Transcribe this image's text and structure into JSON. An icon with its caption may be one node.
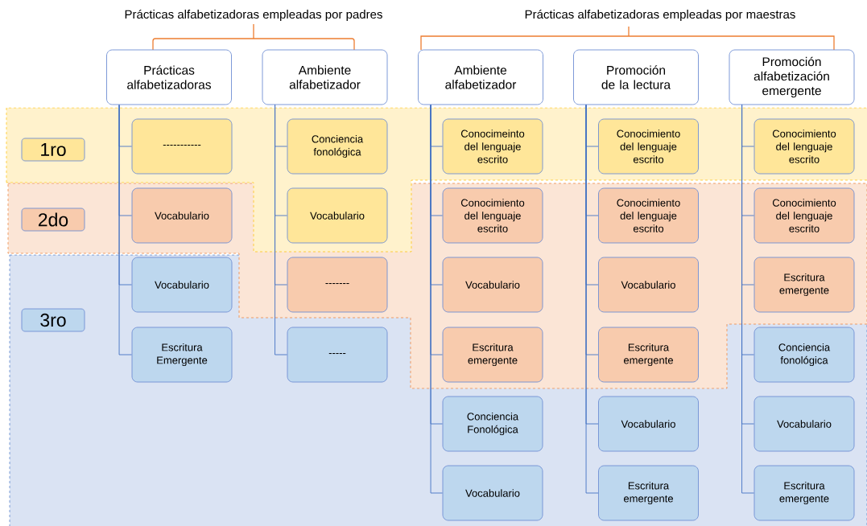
{
  "diagram": {
    "nodes": [
      {
        "text": [
          "Prácticas alfabetizadoras"
        ]
      },
      {
        "text": [
          "Ambiente alfabetizador"
        ]
      },
      {
        "text": [
          "Ambiente alfabetizador"
        ]
      },
      {
        "text": [
          "Promoción de la lectura"
        ]
      },
      {
        "text": [
          "Promoción alfabetización emergente"
        ]
      },
      {
        "text": [
          "-----------"
        ]
      },
      {
        "text": [
          "Vocabulario"
        ]
      },
      {
        "text": [
          "Vocabulario"
        ]
      },
      {
        "text": [
          "Escritura Emergente"
        ]
      },
      {
        "text": [
          "Conciencia fonológica"
        ]
      },
      {
        "text": [
          "Vocabulario"
        ]
      },
      {
        "text": [
          "-------"
        ]
      },
      {
        "text": [
          "-----"
        ]
      },
      {
        "text": [
          "Conocimeinto del lenguaje escrito"
        ]
      },
      {
        "text": [
          "Conocimiento del lenguaje escrito"
        ]
      },
      {
        "text": [
          "Vocabulario"
        ]
      },
      {
        "text": [
          "Escritura emergente"
        ]
      },
      {
        "text": [
          "Conciencia Fonológica"
        ]
      },
      {
        "text": [
          "Vocabulario"
        ]
      },
      {
        "text": [
          "Conocimiento del lenguaje escrito"
        ]
      },
      {
        "text": [
          "Conocimiento del lenguaje escrito"
        ]
      },
      {
        "text": [
          "Vocabulario"
        ]
      },
      {
        "text": [
          "Escritura emergente"
        ]
      },
      {
        "text": [
          "Vocabulario"
        ]
      },
      {
        "text": [
          "Escritura emergente"
        ]
      },
      {
        "text": [
          "Conocimiento del lenguaje escrito"
        ]
      },
      {
        "text": [
          "Conocimiento del lenguaje escrito"
        ]
      },
      {
        "text": [
          "Escritura emergente"
        ]
      },
      {
        "text": [
          "Conciencia fonológica"
        ]
      },
      {
        "text": [
          "Vocabulario"
        ]
      },
      {
        "text": [
          "Escritura emergente"
        ]
      },
      {
        "text": [
          "1ro"
        ]
      },
      {
        "text": [
          "2do"
        ]
      },
      {
        "text": [
          "3ro"
        ]
      }
    ],
    "edges": [
      {
        "from": 0,
        "to": 5,
        "arrow": "none"
      },
      {
        "from": 0,
        "to": 6,
        "arrow": "none"
      },
      {
        "from": 0,
        "to": 7,
        "arrow": "none"
      },
      {
        "from": 0,
        "to": 8,
        "arrow": "none"
      },
      {
        "from": 1,
        "to": 9,
        "arrow": "none"
      },
      {
        "from": 1,
        "to": 10,
        "arrow": "none"
      },
      {
        "from": 1,
        "to": 11,
        "arrow": "none"
      },
      {
        "from": 1,
        "to": 12,
        "arrow": "none"
      },
      {
        "from": 2,
        "to": 13,
        "arrow": "none"
      },
      {
        "from": 2,
        "to": 14,
        "arrow": "none"
      },
      {
        "from": 2,
        "to": 15,
        "arrow": "none"
      },
      {
        "from": 2,
        "to": 16,
        "arrow": "none"
      },
      {
        "from": 2,
        "to": 17,
        "arrow": "none"
      },
      {
        "from": 2,
        "to": 18,
        "arrow": "none"
      },
      {
        "from": 3,
        "to": 19,
        "arrow": "none"
      },
      {
        "from": 3,
        "to": 20,
        "arrow": "none"
      },
      {
        "from": 3,
        "to": 21,
        "arrow": "none"
      },
      {
        "from": 3,
        "to": 22,
        "arrow": "none"
      },
      {
        "from": 3,
        "to": 23,
        "arrow": "none"
      },
      {
        "from": 3,
        "to": 24,
        "arrow": "none"
      },
      {
        "from": 4,
        "to": 25,
        "arrow": "none"
      },
      {
        "from": 4,
        "to": 26,
        "arrow": "none"
      },
      {
        "from": 4,
        "to": 27,
        "arrow": "none"
      },
      {
        "from": 4,
        "to": 28,
        "arrow": "none"
      },
      {
        "from": 4,
        "to": 29,
        "arrow": "none"
      },
      {
        "from": 4,
        "to": 30,
        "arrow": "none"
      }
    ],
    "labels": [
      "Prácticas alfabetizadoras empleadas por padres",
      "Prácticas alfabetizadoras empleadas por maestras"
    ]
  }
}
